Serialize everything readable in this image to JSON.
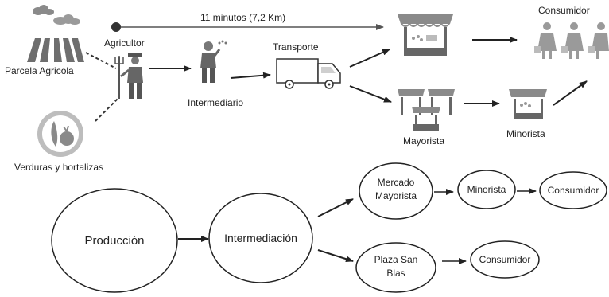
{
  "top_flow": {
    "distance_label": "11 minutos (7,2 Km)",
    "labels": {
      "parcela": "Parcela Agricola",
      "agricultor": "Agricultor",
      "verduras": "Verduras y hortalizas",
      "intermediario": "Intermediario",
      "transporte": "Transporte",
      "mayorista": "Mayorista",
      "minorista": "Minorista",
      "consumidor": "Consumidor"
    },
    "icons": {
      "parcela": "field-icon",
      "agricultor": "farmer-icon",
      "verduras": "vegetables-icon",
      "intermediario": "intermediary-icon",
      "transporte": "truck-icon",
      "market_top": "market-stall-icon",
      "mayorista": "wholesale-stalls-icon",
      "minorista": "retail-stall-icon",
      "consumidor": "shoppers-icon"
    }
  },
  "bottom_flow": {
    "nodes": {
      "produccion": "Producción",
      "intermediacion": "Intermediación",
      "mercado_line1": "Mercado",
      "mercado_line2": "Mayorista",
      "minorista": "Minorista",
      "consumidor_1": "Consumidor",
      "plaza_line1": "Plaza San",
      "plaza_line2": "Blas",
      "consumidor_2": "Consumidor"
    }
  },
  "colors": {
    "stroke": "#222222",
    "icon_gray": "#8a8a8a",
    "icon_light": "#bdbdbd",
    "distance_line": "#444444"
  }
}
